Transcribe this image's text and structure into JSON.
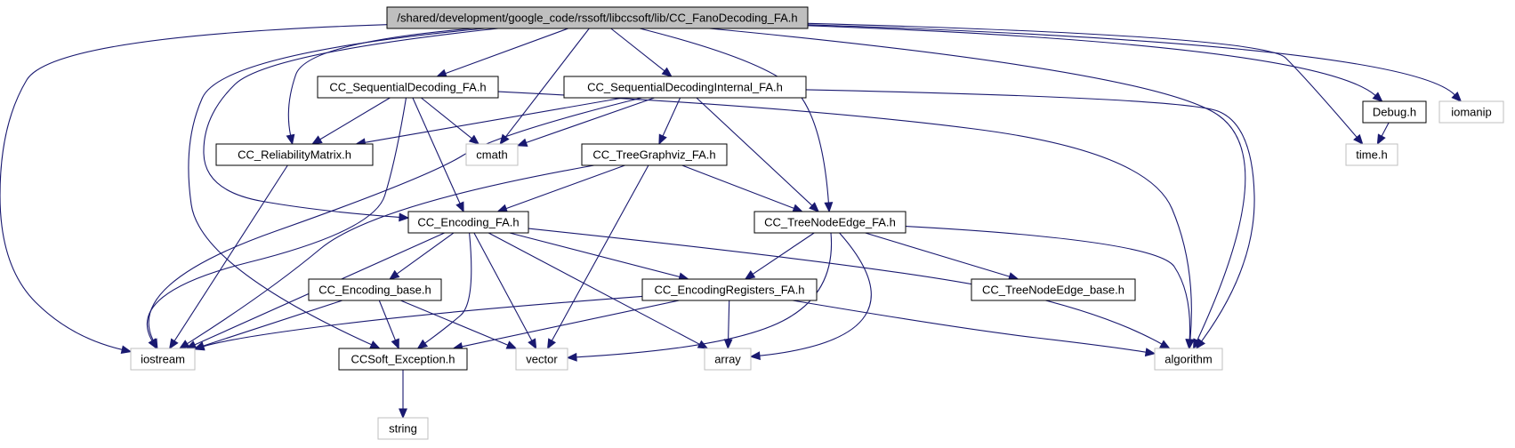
{
  "colors": {
    "edge": "#191970",
    "root_fill": "#bfbfbf",
    "local_border": "#000000",
    "system_border": "#bfbfbf",
    "background": "#ffffff"
  },
  "nodes": [
    {
      "id": "root",
      "label": "/shared/development/google_code/rssoft/libccsoft/lib/CC_FanoDecoding_FA.h",
      "kind": "root"
    },
    {
      "id": "seqdec",
      "label": "CC_SequentialDecoding_FA.h",
      "kind": "local"
    },
    {
      "id": "seqint",
      "label": "CC_SequentialDecodingInternal_FA.h",
      "kind": "local"
    },
    {
      "id": "debug",
      "label": "Debug.h",
      "kind": "local"
    },
    {
      "id": "iomanip",
      "label": "iomanip",
      "kind": "system"
    },
    {
      "id": "relmat",
      "label": "CC_ReliabilityMatrix.h",
      "kind": "local"
    },
    {
      "id": "cmath",
      "label": "cmath",
      "kind": "system"
    },
    {
      "id": "treegv",
      "label": "CC_TreeGraphviz_FA.h",
      "kind": "local"
    },
    {
      "id": "timeh",
      "label": "time.h",
      "kind": "system"
    },
    {
      "id": "encfa",
      "label": "CC_Encoding_FA.h",
      "kind": "local"
    },
    {
      "id": "tnefa",
      "label": "CC_TreeNodeEdge_FA.h",
      "kind": "local"
    },
    {
      "id": "encbase",
      "label": "CC_Encoding_base.h",
      "kind": "local"
    },
    {
      "id": "encreg",
      "label": "CC_EncodingRegisters_FA.h",
      "kind": "local"
    },
    {
      "id": "tnebase",
      "label": "CC_TreeNodeEdge_base.h",
      "kind": "local"
    },
    {
      "id": "iostream",
      "label": "iostream",
      "kind": "system"
    },
    {
      "id": "ccsexc",
      "label": "CCSoft_Exception.h",
      "kind": "local"
    },
    {
      "id": "vector",
      "label": "vector",
      "kind": "system"
    },
    {
      "id": "array",
      "label": "array",
      "kind": "system"
    },
    {
      "id": "algorithm",
      "label": "algorithm",
      "kind": "system"
    },
    {
      "id": "string",
      "label": "string",
      "kind": "system"
    }
  ],
  "edges": [
    {
      "from": "root",
      "to": "seqdec"
    },
    {
      "from": "root",
      "to": "seqint"
    },
    {
      "from": "root",
      "to": "debug"
    },
    {
      "from": "root",
      "to": "iomanip"
    },
    {
      "from": "root",
      "to": "relmat"
    },
    {
      "from": "root",
      "to": "cmath"
    },
    {
      "from": "root",
      "to": "timeh"
    },
    {
      "from": "root",
      "to": "encfa"
    },
    {
      "from": "root",
      "to": "tnefa"
    },
    {
      "from": "root",
      "to": "iostream"
    },
    {
      "from": "root",
      "to": "ccsexc"
    },
    {
      "from": "root",
      "to": "algorithm"
    },
    {
      "from": "seqdec",
      "to": "relmat"
    },
    {
      "from": "seqdec",
      "to": "cmath"
    },
    {
      "from": "seqdec",
      "to": "encfa"
    },
    {
      "from": "seqdec",
      "to": "iostream"
    },
    {
      "from": "seqdec",
      "to": "algorithm"
    },
    {
      "from": "seqint",
      "to": "relmat"
    },
    {
      "from": "seqint",
      "to": "cmath"
    },
    {
      "from": "seqint",
      "to": "treegv"
    },
    {
      "from": "seqint",
      "to": "tnefa"
    },
    {
      "from": "seqint",
      "to": "iostream"
    },
    {
      "from": "seqint",
      "to": "algorithm"
    },
    {
      "from": "debug",
      "to": "timeh"
    },
    {
      "from": "relmat",
      "to": "iostream"
    },
    {
      "from": "treegv",
      "to": "encfa"
    },
    {
      "from": "treegv",
      "to": "tnefa"
    },
    {
      "from": "treegv",
      "to": "iostream"
    },
    {
      "from": "treegv",
      "to": "vector"
    },
    {
      "from": "encfa",
      "to": "encbase"
    },
    {
      "from": "encfa",
      "to": "encreg"
    },
    {
      "from": "encfa",
      "to": "iostream"
    },
    {
      "from": "encfa",
      "to": "ccsexc"
    },
    {
      "from": "encfa",
      "to": "vector"
    },
    {
      "from": "encfa",
      "to": "array"
    },
    {
      "from": "encfa",
      "to": "algorithm"
    },
    {
      "from": "tnefa",
      "to": "encreg"
    },
    {
      "from": "tnefa",
      "to": "tnebase"
    },
    {
      "from": "tnefa",
      "to": "vector"
    },
    {
      "from": "tnefa",
      "to": "array"
    },
    {
      "from": "tnefa",
      "to": "algorithm"
    },
    {
      "from": "encbase",
      "to": "iostream"
    },
    {
      "from": "encbase",
      "to": "ccsexc"
    },
    {
      "from": "encbase",
      "to": "vector"
    },
    {
      "from": "encreg",
      "to": "iostream"
    },
    {
      "from": "encreg",
      "to": "ccsexc"
    },
    {
      "from": "encreg",
      "to": "array"
    },
    {
      "from": "encreg",
      "to": "algorithm"
    },
    {
      "from": "ccsexc",
      "to": "string"
    }
  ]
}
